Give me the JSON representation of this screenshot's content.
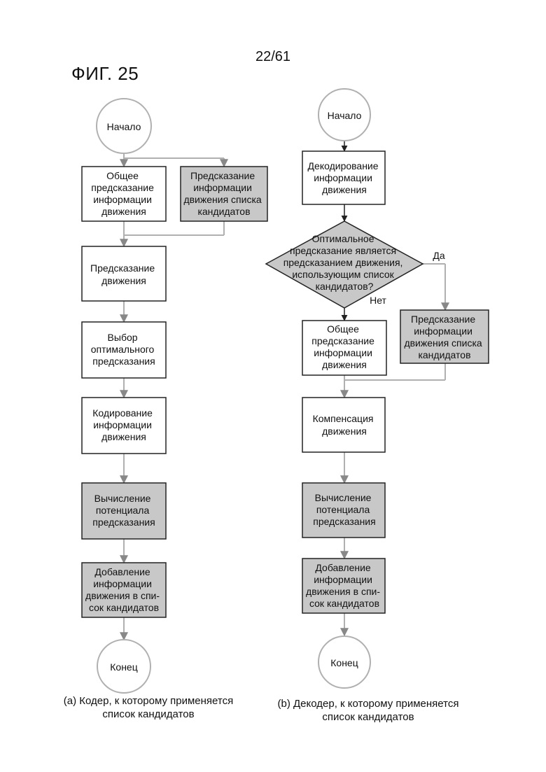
{
  "page_number": "22/61",
  "figure_title": "ФИГ. 25",
  "colors": {
    "gray_fill": "#c8c8c8",
    "white_fill": "#ffffff",
    "stroke": "#222222",
    "connector": "#b0b0b0"
  },
  "encoder": {
    "start": "Начало",
    "general_prediction": [
      "Общее",
      "предсказание",
      "информации",
      "движения"
    ],
    "candidate_prediction": [
      "Предсказание",
      "информации",
      "движения списка",
      "кандидатов"
    ],
    "motion_prediction": [
      "Предсказание",
      "движения"
    ],
    "optimal_choice": [
      "Выбор",
      "оптимального",
      "предсказания"
    ],
    "motion_coding": [
      "Кодирование",
      "информации",
      "движения"
    ],
    "potential_calc": [
      "Вычисление",
      "потенциала",
      "предсказания"
    ],
    "add_to_list": [
      "Добавление",
      "информации",
      "движения в спи-",
      "сок кандидатов"
    ],
    "end": "Конец",
    "caption": [
      "(a) Кодер, к которому применяется",
      "список кандидатов"
    ]
  },
  "decoder": {
    "start": "Начало",
    "motion_decoding": [
      "Декодирование",
      "информации",
      "движения"
    ],
    "decision": [
      "Оптимальное",
      "предсказание является",
      "предсказанием движения,",
      "использующим список",
      "кандидатов?"
    ],
    "yes_label": "Да",
    "no_label": "Нет",
    "general_prediction": [
      "Общее",
      "предсказание",
      "информации",
      "движения"
    ],
    "candidate_prediction": [
      "Предсказание",
      "информации",
      "движения списка",
      "кандидатов"
    ],
    "compensation": [
      "Компенсация",
      "движения"
    ],
    "potential_calc": [
      "Вычисление",
      "потенциала",
      "предсказания"
    ],
    "add_to_list": [
      "Добавление",
      "информации",
      "движения в спи-",
      "сок кандидатов"
    ],
    "end": "Конец",
    "caption": [
      "(b) Декодер, к которому применяется",
      "список кандидатов"
    ]
  }
}
